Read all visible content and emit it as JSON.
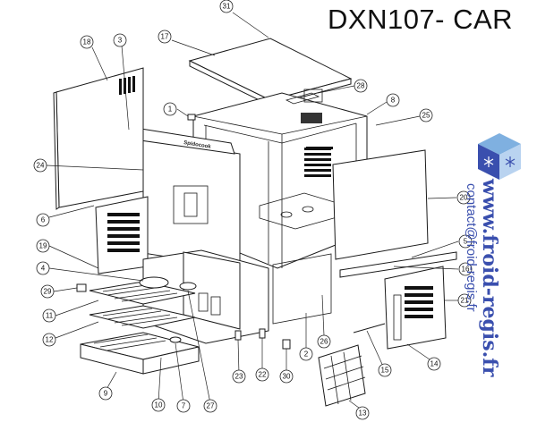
{
  "title": "DXN107- CAR",
  "watermark": {
    "url": "www.froid-regis.fr",
    "email": "contact@froid-regis.fr",
    "color": "#3a4fae"
  },
  "logo": {
    "icon": "snowflake-cube-logo",
    "colors": [
      "#3a4fae",
      "#7fb0e0"
    ]
  },
  "brand_plate": "Spidocook",
  "parts": {
    "p31": "31",
    "p17": "17",
    "p18": "18",
    "p3": "3",
    "p1": "1",
    "p28": "28",
    "p8": "8",
    "p25": "25",
    "p24": "24",
    "p6": "6",
    "p20": "20",
    "p19": "19",
    "p5": "5",
    "p4": "4",
    "p16": "16",
    "p29": "29",
    "p21": "21",
    "p11": "11",
    "p26": "26",
    "p12": "12",
    "p2": "2",
    "p15": "15",
    "p14": "14",
    "p9": "9",
    "p10": "10",
    "p7": "7",
    "p27": "27",
    "p23": "23",
    "p22": "22",
    "p30": "30",
    "p13": "13"
  }
}
